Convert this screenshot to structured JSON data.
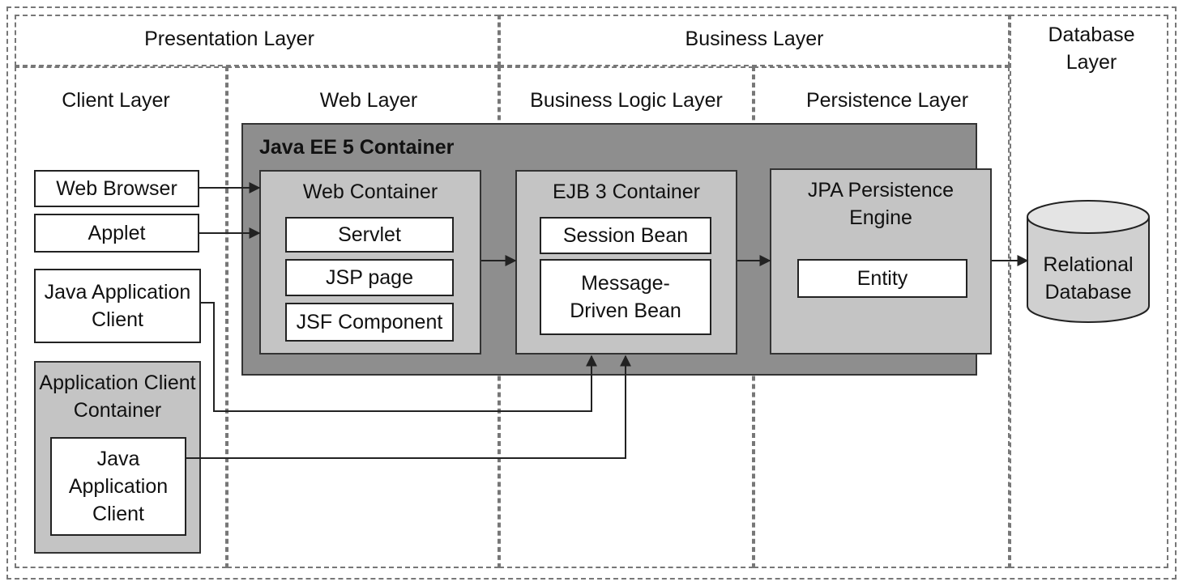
{
  "layers": {
    "presentation": "Presentation Layer",
    "business": "Business Layer",
    "database": "Database Layer",
    "client": "Client Layer",
    "web": "Web Layer",
    "business_logic": "Business Logic Layer",
    "persistence": "Persistence Layer"
  },
  "java_ee_container": "Java EE 5 Container",
  "clients": {
    "web_browser": "Web Browser",
    "applet": "Applet",
    "java_app_client": "Java Application Client",
    "app_client_container": "Application Client Container",
    "inner_java_app_client": "Java Application Client"
  },
  "web_container": {
    "title": "Web Container",
    "items": [
      "Servlet",
      "JSP page",
      "JSF Component"
    ]
  },
  "ejb_container": {
    "title": "EJB 3 Container",
    "items": [
      "Session Bean",
      "Message-Driven Bean"
    ]
  },
  "jpa_engine": {
    "title": "JPA Persistence Engine",
    "items": [
      "Entity"
    ]
  },
  "database": {
    "label": "Relational Database"
  }
}
